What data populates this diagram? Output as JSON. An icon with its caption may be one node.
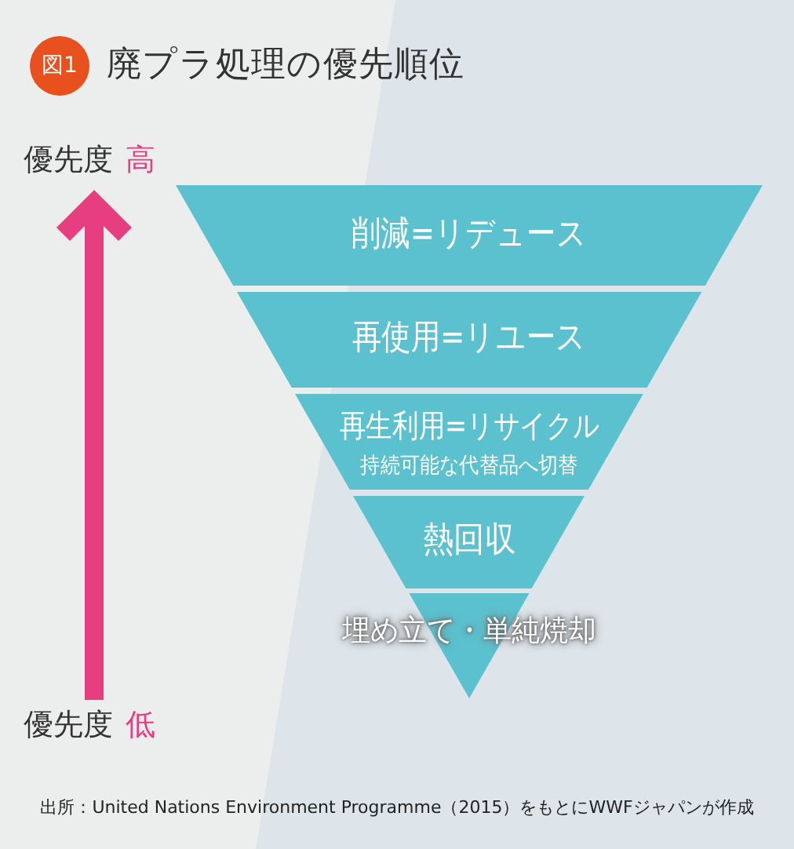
{
  "diagram": {
    "title": "廃プラ処理の優先順位",
    "caption": "出所：United Nations Environment Programme（2015）をもとにWWFジャパンが作成",
    "nodes": [
      {
        "text": [
          "削減=リデュース"
        ]
      },
      {
        "text": [
          "再使用=リユース"
        ]
      },
      {
        "text": [
          "再生利用=リサイクル",
          "持続可能な代替品へ切替"
        ]
      },
      {
        "text": [
          "熱回収"
        ]
      },
      {
        "text": [
          "埋め立て・単純焼却"
        ]
      }
    ],
    "labels": [
      "図1",
      "優先度",
      "高",
      "優先度",
      "低"
    ]
  }
}
